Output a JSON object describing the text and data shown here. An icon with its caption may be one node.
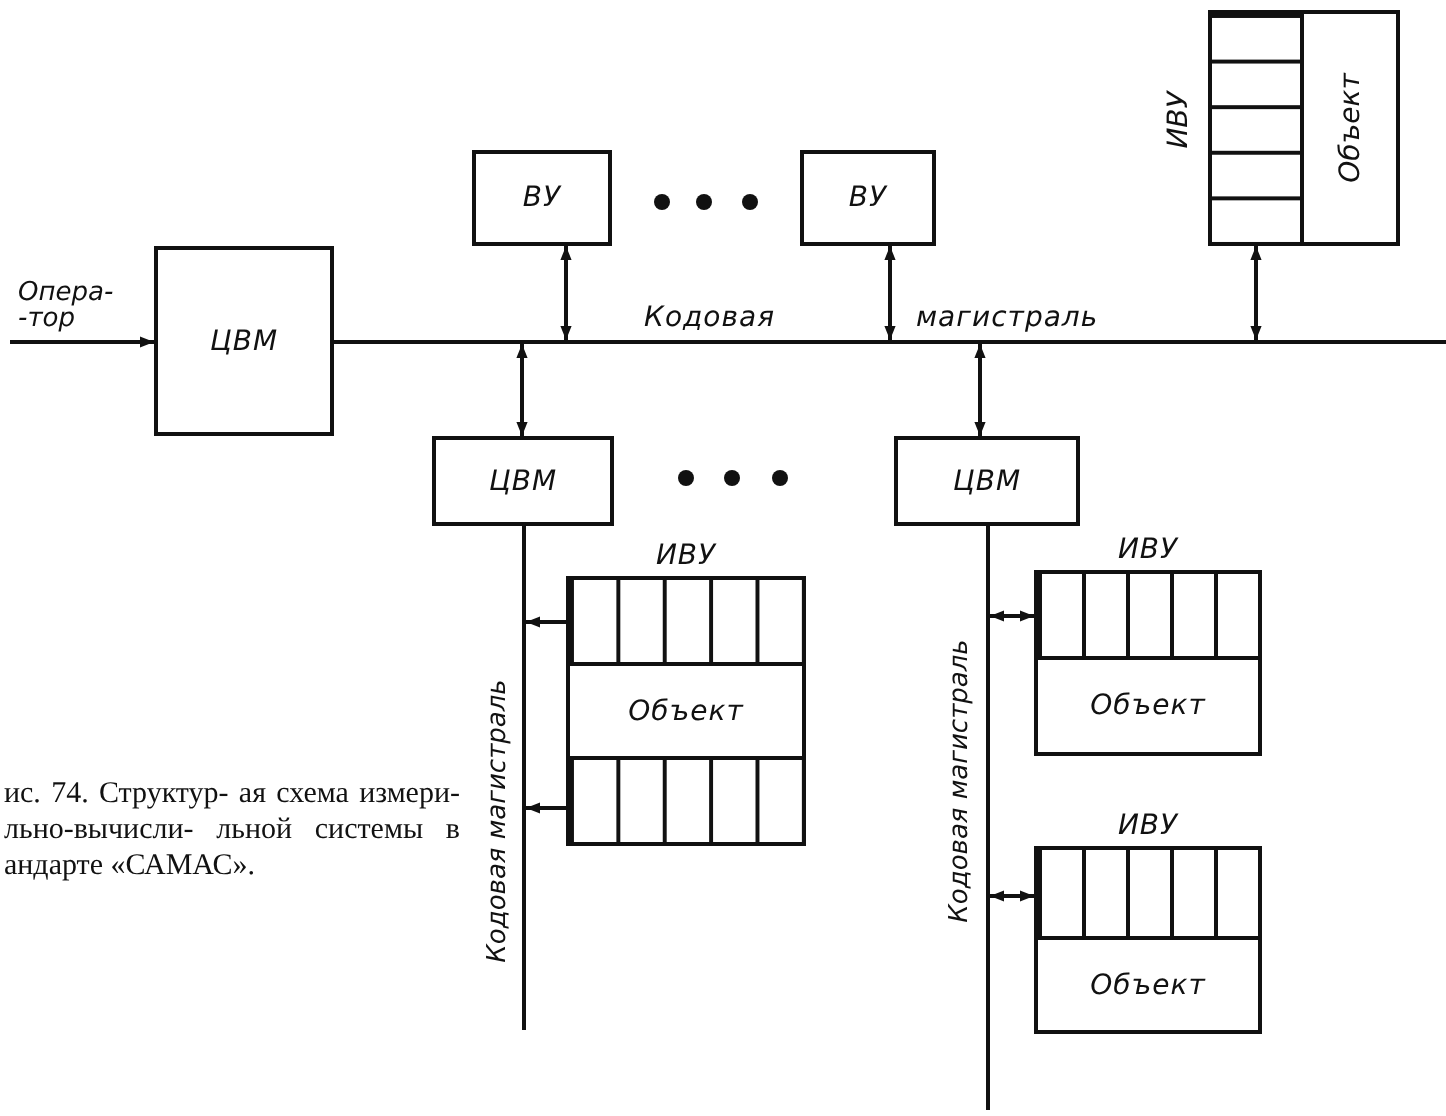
{
  "diagram": {
    "caption": "ис. 74. Структур- ая схема измери- льно-вычисли- льной системы в андарте «САМАС».",
    "nodes": [
      {
        "text": [
          "ЦВМ"
        ]
      },
      {
        "text": [],
        "shape": "bar",
        "beside": [
          "Кодовая",
          "магистраль"
        ]
      },
      {
        "text": [
          "ВУ"
        ]
      },
      {
        "text": [
          "ВУ"
        ]
      },
      {
        "text": [
          "ИВУ"
        ]
      },
      {
        "text": [
          "Объект"
        ]
      },
      {
        "text": [
          "ЦВМ"
        ]
      },
      {
        "text": [
          "ЦВМ"
        ]
      },
      {
        "text": [],
        "shape": "bar",
        "beside": [
          "Кодовая магистраль"
        ]
      },
      {
        "text": [
          "ИВУ"
        ]
      },
      {
        "text": [
          "Объект"
        ]
      },
      {
        "text": [],
        "shape": "box"
      },
      {
        "text": [],
        "shape": "bar",
        "beside": [
          "Кодовая магистраль"
        ]
      },
      {
        "text": [
          "ИВУ"
        ]
      },
      {
        "text": [
          "Объект"
        ]
      },
      {
        "text": [
          "ИВУ"
        ]
      },
      {
        "text": [
          "Объект"
        ]
      }
    ],
    "edges": [
      {
        "from": null,
        "to": 0,
        "arrow": "to",
        "label": "Опера- -тор"
      },
      {
        "from": 0,
        "to": 1,
        "arrow": "none"
      },
      {
        "from": 1,
        "to": 2,
        "arrow": "both"
      },
      {
        "from": 1,
        "to": 3,
        "arrow": "both"
      },
      {
        "from": 1,
        "to": 4,
        "arrow": "both"
      },
      {
        "from": 1,
        "to": 6,
        "arrow": "both"
      },
      {
        "from": 1,
        "to": 7,
        "arrow": "both"
      },
      {
        "from": 6,
        "to": 8,
        "arrow": "none"
      },
      {
        "from": 9,
        "to": 8,
        "arrow": "to"
      },
      {
        "from": 11,
        "to": 8,
        "arrow": "to"
      },
      {
        "from": 7,
        "to": 12,
        "arrow": "none"
      },
      {
        "from": 12,
        "to": 13,
        "arrow": "both"
      },
      {
        "from": 12,
        "to": 15,
        "arrow": "both"
      }
    ]
  }
}
